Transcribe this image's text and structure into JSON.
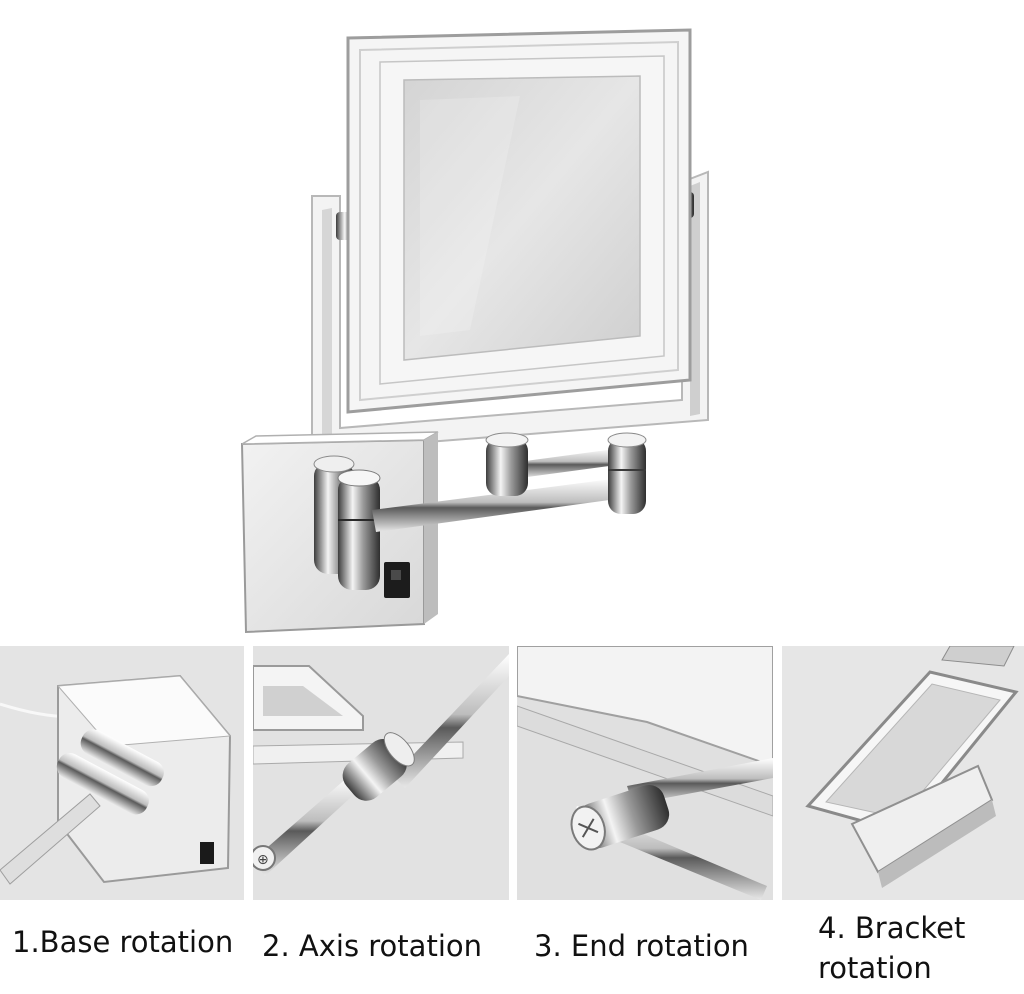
{
  "product": {
    "subject": "wall-mounted square LED lighted makeup mirror with folding chrome arm"
  },
  "captions": [
    {
      "id": "base",
      "label": "1.Base rotation"
    },
    {
      "id": "axis",
      "label": "2. Axis rotation"
    },
    {
      "id": "end",
      "label": "3. End rotation"
    },
    {
      "id": "bracket",
      "label": "4. Bracket rotation"
    }
  ],
  "colors": {
    "chrome_light": "#f6f6f6",
    "chrome_mid": "#c9c9c9",
    "chrome_dark": "#4a4a4a",
    "mirror_glass": "#dcdcdc",
    "led_ring": "#f4f4f4",
    "switch": "#1a1a1a",
    "caption_text": "#111111"
  }
}
